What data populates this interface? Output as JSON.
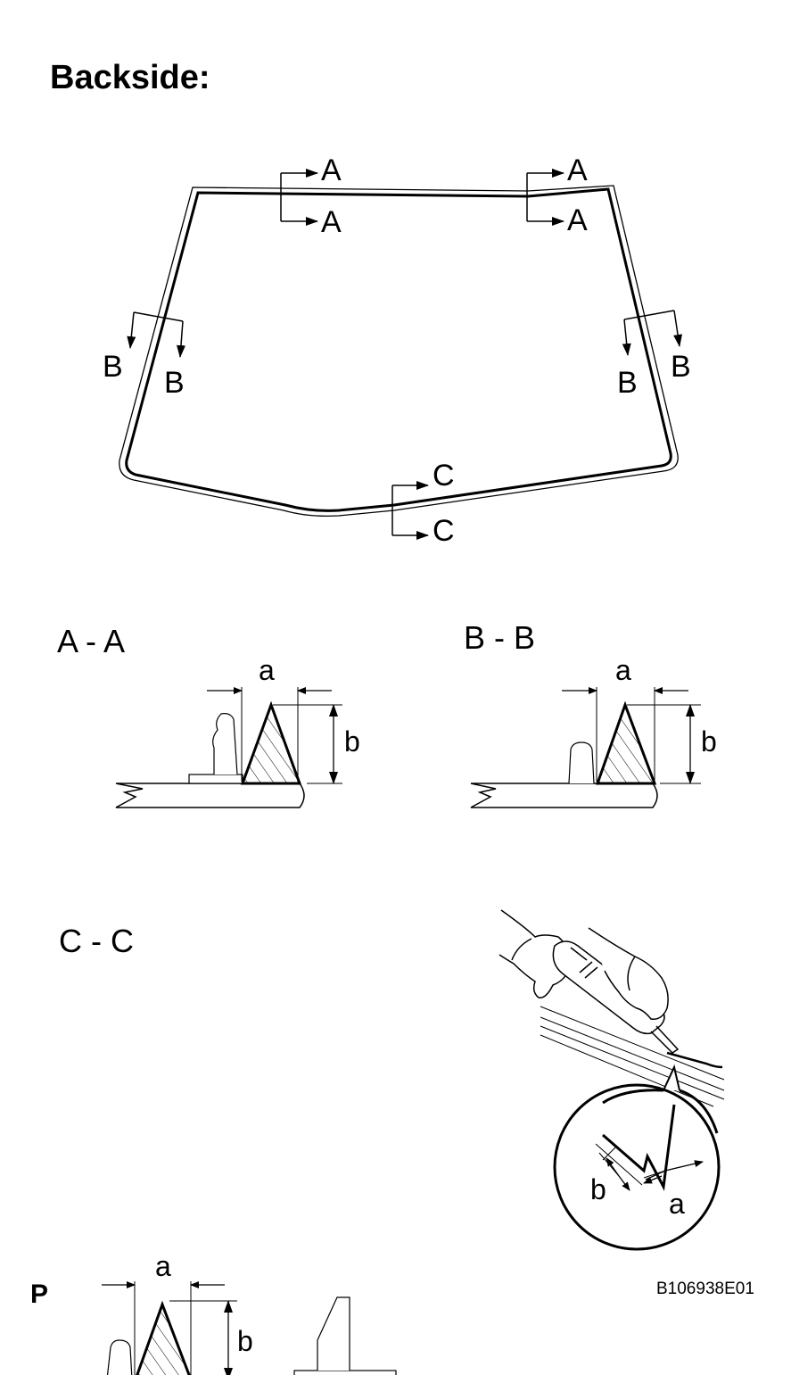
{
  "title": "Backside:",
  "cut_marks": {
    "a": "A",
    "b": "B",
    "c": "C"
  },
  "sections": [
    {
      "id": "aa",
      "label": "A - A"
    },
    {
      "id": "bb",
      "label": "B - B"
    },
    {
      "id": "cc",
      "label": "C - C"
    }
  ],
  "dimensions": {
    "width": "a",
    "height": "b"
  },
  "page_letter": "P",
  "figure_code": "B106938E01"
}
